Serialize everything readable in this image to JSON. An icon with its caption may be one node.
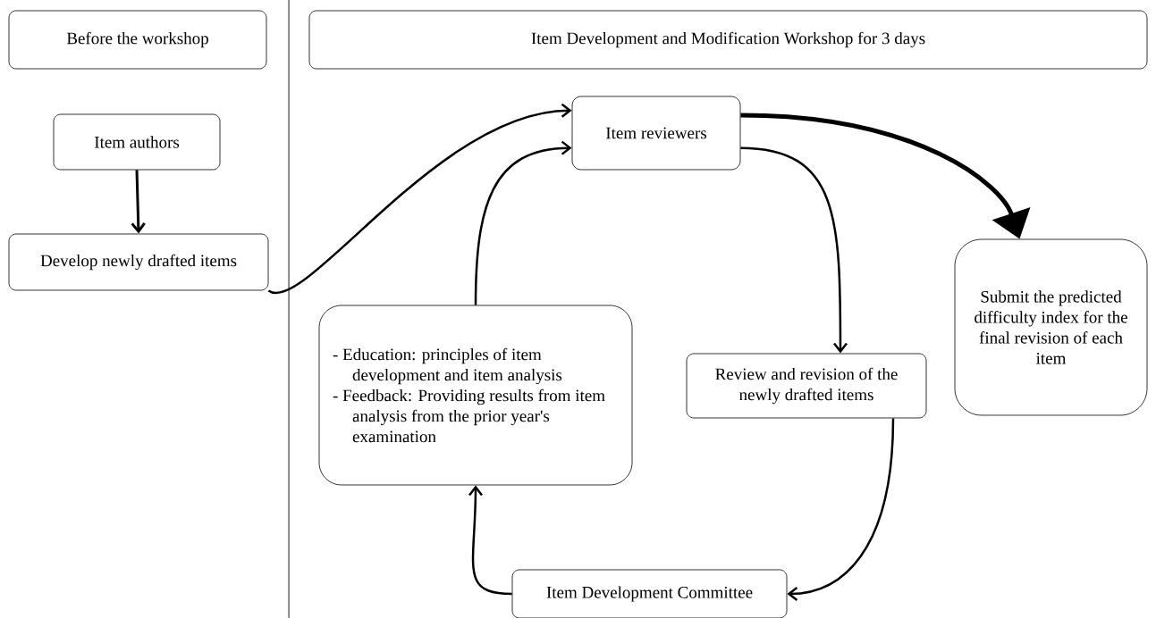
{
  "diagram": {
    "nodes": [
      {
        "text": [
          "Before the workshop"
        ]
      },
      {
        "text": [
          "Item Development and Modification Workshop for 3 days"
        ]
      },
      {
        "text": [
          "Item authors"
        ]
      },
      {
        "text": [
          "Develop newly drafted items"
        ]
      },
      {
        "text": [
          "Item reviewers"
        ]
      },
      {
        "text": [
          "- Education: principles of item development and item analysis",
          "- Feedback: Providing results from item analysis from the prior year's examination"
        ]
      },
      {
        "text": [
          "Review and revision of the newly drafted items"
        ]
      },
      {
        "text": [
          "Submit the predicted difficulty index for the final revision of each item"
        ]
      },
      {
        "text": [
          "Item Development Committee"
        ]
      }
    ],
    "edges": [
      {
        "from": 2,
        "to": 3,
        "arrow": "to"
      },
      {
        "from": 3,
        "to": 4,
        "arrow": "to"
      },
      {
        "from": 5,
        "to": 4,
        "arrow": "to"
      },
      {
        "from": 4,
        "to": 6,
        "arrow": "to"
      },
      {
        "from": 6,
        "to": 8,
        "arrow": "to"
      },
      {
        "from": 8,
        "to": 5,
        "arrow": "to"
      },
      {
        "from": 4,
        "to": 7,
        "arrow": "to",
        "style": "thick"
      }
    ]
  }
}
